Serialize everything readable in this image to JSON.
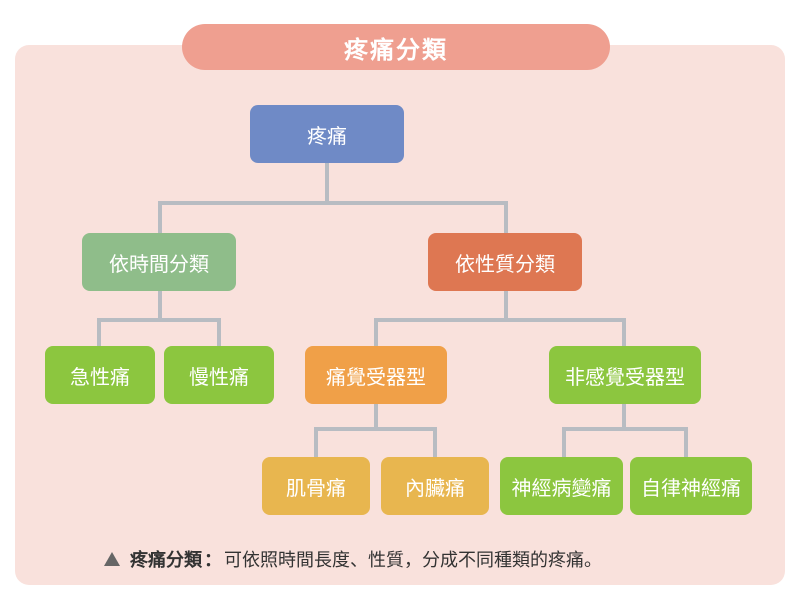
{
  "title": "疼痛分類",
  "root": "疼痛",
  "level1": {
    "time": "依時間分類",
    "nature": "依性質分類"
  },
  "time_children": {
    "acute": "急性痛",
    "chronic": "慢性痛"
  },
  "nature_children": {
    "nociceptive": "痛覺受器型",
    "non_nociceptive": "非感覺受器型"
  },
  "nociceptive_children": {
    "musculoskeletal": "肌骨痛",
    "visceral": "內臟痛"
  },
  "non_nociceptive_children": {
    "neuropathic": "神經病變痛",
    "autonomic": "自律神經痛"
  },
  "caption": {
    "lead": "疼痛分類",
    "colon": "：",
    "text": "可依照時間長度、性質，分成不同種類的疼痛。"
  },
  "colors": {
    "panel": "#f9e1dc",
    "title_pill": "#ef9f90",
    "root": "#6f8ac6",
    "time": "#8fbd8a",
    "nature": "#de7752",
    "leaf_green": "#8cc63f",
    "nociceptive": "#f0a048",
    "leaf_gold": "#e8b64f",
    "connector": "#b8bcc2"
  }
}
